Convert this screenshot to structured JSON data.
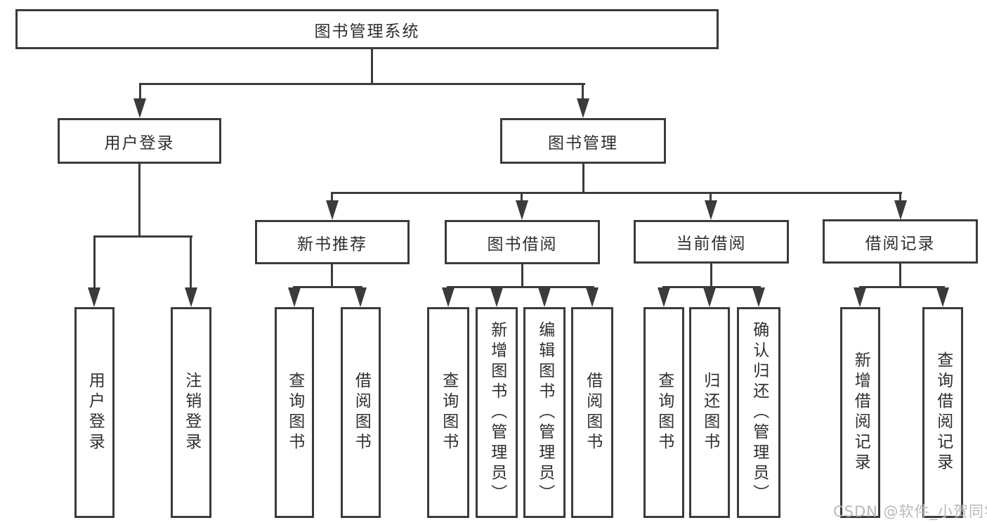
{
  "diagram": {
    "root": {
      "label": "图书管理系统"
    },
    "branches": [
      {
        "label": "用户登录",
        "children": [
          {
            "label": "用户登录"
          },
          {
            "label": "注销登录"
          }
        ]
      },
      {
        "label": "图书管理",
        "children": [
          {
            "label": "新书推荐",
            "children": [
              {
                "label": "查询图书"
              },
              {
                "label": "借阅图书"
              }
            ]
          },
          {
            "label": "图书借阅",
            "children": [
              {
                "label": "查询图书"
              },
              {
                "label": "新增图书（管理员）"
              },
              {
                "label": "编辑图书（管理员）"
              },
              {
                "label": "借阅图书"
              }
            ]
          },
          {
            "label": "当前借阅",
            "children": [
              {
                "label": "查询图书"
              },
              {
                "label": "归还图书"
              },
              {
                "label": "确认归还（管理员）"
              }
            ]
          },
          {
            "label": "借阅记录",
            "children": [
              {
                "label": "新增借阅记录"
              },
              {
                "label": "查询借阅记录"
              }
            ]
          }
        ]
      }
    ]
  },
  "watermark": {
    "text": "CSDN @软件_小贺同学"
  },
  "colors": {
    "line": "#3b3b3b",
    "text": "#2f2f2f",
    "node_background": "#ffffff",
    "watermark": "#b9b9b9"
  }
}
